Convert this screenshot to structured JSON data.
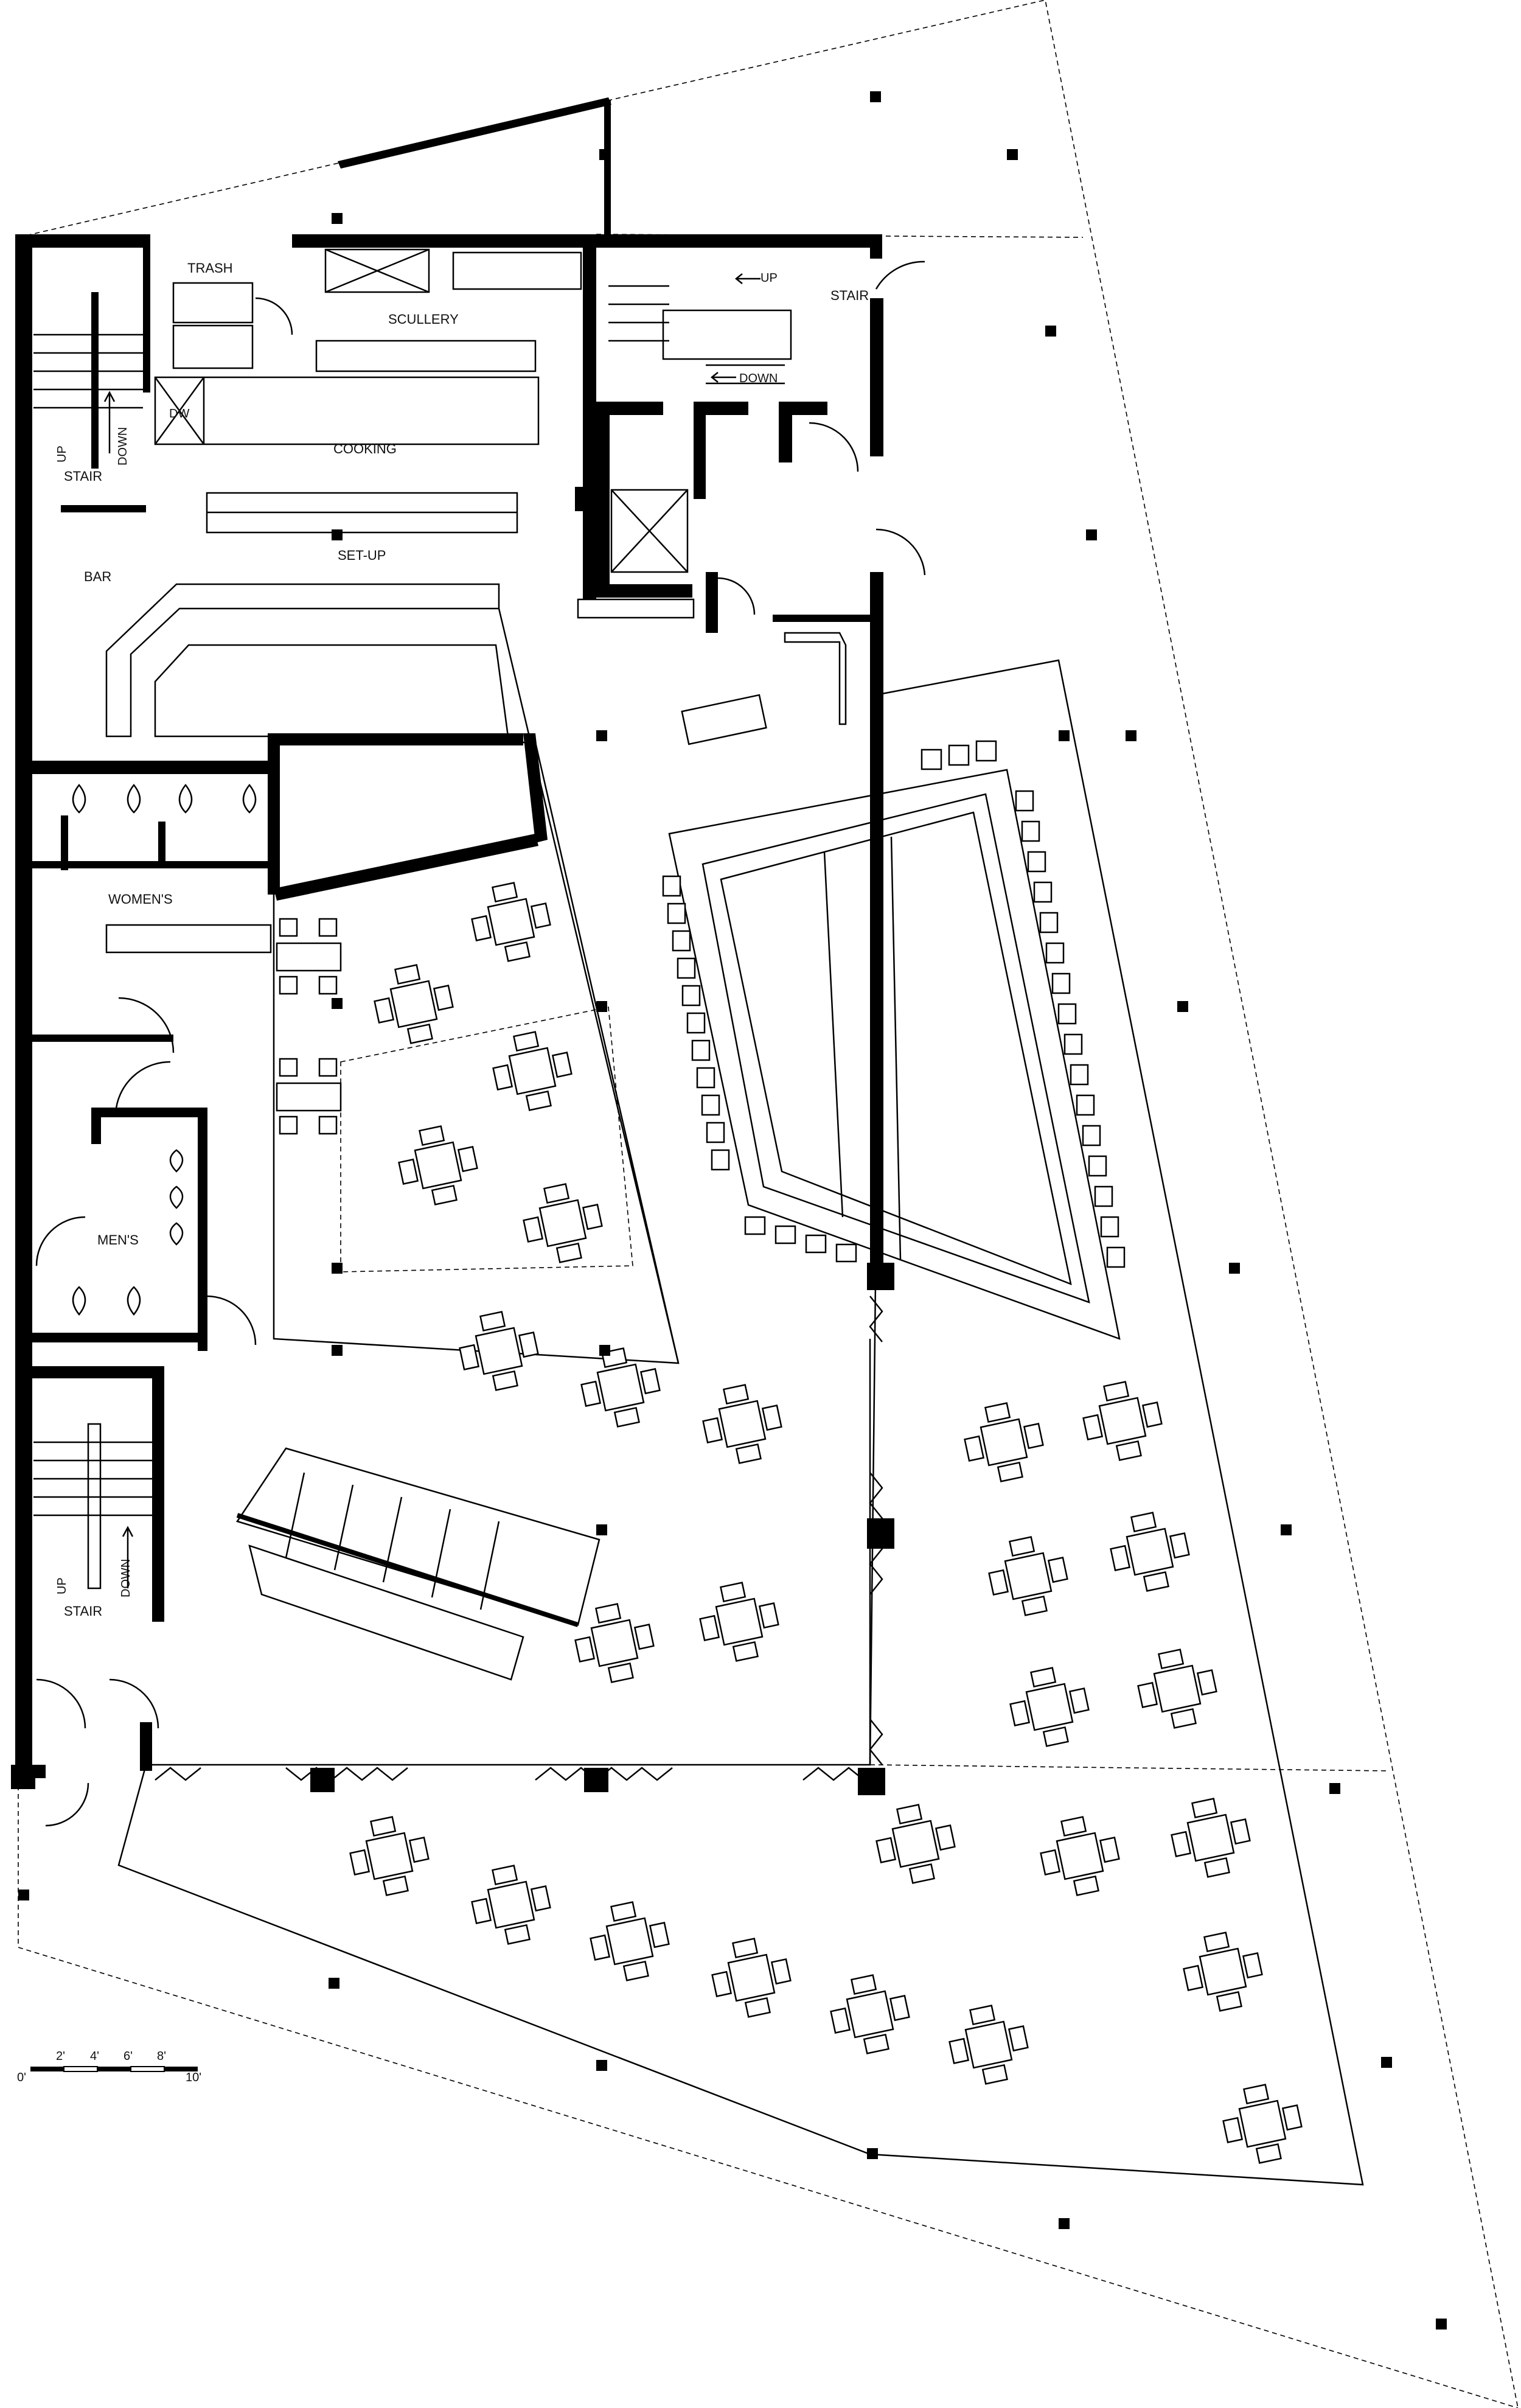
{
  "rooms": {
    "trash": "TRASH",
    "scullery": "SCULLERY",
    "dw": "DW",
    "cooking": "COOKING",
    "setup": "SET-UP",
    "bar": "BAR",
    "womens": "WOMEN'S",
    "mens": "MEN'S",
    "stair": "STAIR"
  },
  "stair_labels": {
    "up": "UP",
    "down": "DOWN"
  },
  "scale_bar": {
    "ticks": [
      "0'",
      "2'",
      "4'",
      "6'",
      "8'",
      "10'"
    ]
  }
}
